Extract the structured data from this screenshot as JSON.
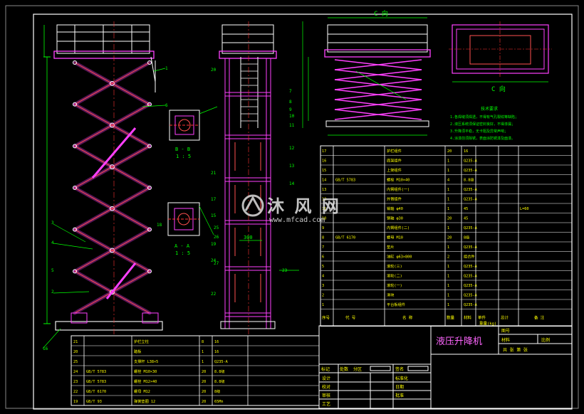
{
  "drawing": {
    "title": "液压升降机",
    "view_label_top": "C 向",
    "view_label_right": "C 向",
    "section_b": "B - B",
    "section_b_scale": "1 : 5",
    "section_a": "A - A",
    "section_a_scale": "1 : 5",
    "dimension_300": "300",
    "callouts": [
      "1",
      "2",
      "3",
      "4",
      "5",
      "6",
      "7",
      "8",
      "9",
      "10",
      "11",
      "12",
      "13",
      "14",
      "15",
      "16",
      "17",
      "18",
      "19",
      "20",
      "21",
      "22",
      "23",
      "24",
      "25",
      "26",
      "27"
    ],
    "note_heading": "技术要求",
    "notes": [
      "1.各焊缝须焊透，不得有气孔裂纹等缺陷；",
      "2.液压系统须保证密封良好，不得渗漏；",
      "3.升降须平稳，无卡阻及异常声响；",
      "4.涂漆前须除锈，表面涂防锈漆及面漆。"
    ],
    "colors": {
      "background": "#000000",
      "frame": "#ffffff",
      "part_outline": "#ff40ff",
      "part_detail": "#ff5050",
      "centerline": "#ff3333",
      "dimension": "#00ff00",
      "table_text": "#ffff00",
      "title_text": "#ff66ff"
    }
  },
  "bom_upper": {
    "rows": [
      {
        "no": "17",
        "code": "",
        "name": "护栏组件",
        "qty": "20",
        "mat": "16",
        "note": ""
      },
      {
        "no": "16",
        "code": "",
        "name": "底架组件",
        "qty": "1",
        "mat": "Q235-A",
        "note": ""
      },
      {
        "no": "15",
        "code": "",
        "name": "上架组件",
        "qty": "1",
        "mat": "Q235-A",
        "note": ""
      },
      {
        "no": "14",
        "code": "GB/T 5783",
        "name": "螺栓 M10×40",
        "qty": "4",
        "mat": "8.8级",
        "note": ""
      },
      {
        "no": "13",
        "code": "",
        "name": "内臂组件(一)",
        "qty": "1",
        "mat": "Q235-A",
        "note": ""
      },
      {
        "no": "12",
        "code": "",
        "name": "外臂组件",
        "qty": "1",
        "mat": "Q235-A",
        "note": ""
      },
      {
        "no": "11",
        "code": "",
        "name": "销轴 φ40",
        "qty": "1",
        "mat": "45",
        "note": "L=60"
      },
      {
        "no": "10",
        "code": "",
        "name": "销轴 φ30",
        "qty": "20",
        "mat": "45",
        "note": ""
      },
      {
        "no": "9",
        "code": "",
        "name": "内臂组件(二)",
        "qty": "1",
        "mat": "Q235-A",
        "note": ""
      },
      {
        "no": "8",
        "code": "GB/T 6170",
        "name": "螺母 M10",
        "qty": "20",
        "mat": "8级",
        "note": ""
      },
      {
        "no": "7",
        "code": "",
        "name": "垫片",
        "qty": "1",
        "mat": "Q235-A",
        "note": ""
      },
      {
        "no": "6",
        "code": "",
        "name": "油缸 φ63×800",
        "qty": "2",
        "mat": "组合件",
        "note": ""
      },
      {
        "no": "5",
        "code": "",
        "name": "滚轮(三)",
        "qty": "1",
        "mat": "Q235-A",
        "note": ""
      },
      {
        "no": "4",
        "code": "",
        "name": "滚轮(二)",
        "qty": "1",
        "mat": "Q235-A",
        "note": ""
      },
      {
        "no": "3",
        "code": "",
        "name": "滚轮(一)",
        "qty": "1",
        "mat": "Q235-A",
        "note": ""
      },
      {
        "no": "2",
        "code": "",
        "name": "滑块",
        "qty": "1",
        "mat": "Q235-A",
        "note": ""
      },
      {
        "no": "1",
        "code": "",
        "name": "平台板组件",
        "qty": "1",
        "mat": "Q235-A",
        "note": ""
      }
    ],
    "header": {
      "no": "序号",
      "code": "代 号",
      "name": "名 称",
      "qty": "数量",
      "mat": "材料",
      "unit": "单件",
      "total": "总计",
      "weight": "重量(kg)",
      "note": "备 注"
    }
  },
  "bom_lower": {
    "rows": [
      {
        "no": "21",
        "code": "",
        "name": "护栏立柱",
        "qty": "8",
        "mat": "16"
      },
      {
        "no": "20",
        "code": "",
        "name": "踏板",
        "qty": "1",
        "mat": "16"
      },
      {
        "no": "25",
        "code": "",
        "name": "支撑杆 L38×5",
        "qty": "1",
        "mat": "Q235-A"
      },
      {
        "no": "24",
        "code": "GB/T 5783",
        "name": "螺栓 M10×30",
        "qty": "20",
        "mat": "8.8级"
      },
      {
        "no": "23",
        "code": "GB/T 5783",
        "name": "螺栓 M12×40",
        "qty": "20",
        "mat": "8.8级"
      },
      {
        "no": "22",
        "code": "GB/T 6170",
        "name": "螺母 M12",
        "qty": "20",
        "mat": "8级"
      },
      {
        "no": "19",
        "code": "GB/T 93",
        "name": "弹簧垫圈 12",
        "qty": "20",
        "mat": "65Mn"
      }
    ]
  },
  "title_block": {
    "mark": "标记",
    "count": "处数",
    "zone": "分区",
    "sign": "签名",
    "design": "设计",
    "standard": "标准化",
    "check": "校对",
    "audit": "审核",
    "process": "工艺",
    "approve": "批准",
    "date": "日期",
    "figno": "图号",
    "material": "材料",
    "scale": "比例",
    "sheet": "共   张   第   张"
  },
  "watermark": {
    "brand": "沐 风 网",
    "url": "www.mfcad.com"
  }
}
